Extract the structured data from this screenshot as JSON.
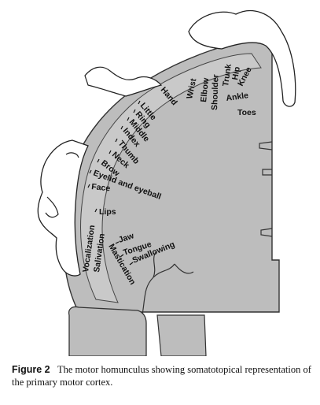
{
  "figure": {
    "labels": [
      {
        "key": "toes",
        "text": "Toes"
      },
      {
        "key": "ankle",
        "text": "Ankle"
      },
      {
        "key": "knee",
        "text": "Knee"
      },
      {
        "key": "hip",
        "text": "Hip"
      },
      {
        "key": "trunk",
        "text": "Trunk"
      },
      {
        "key": "shoulder",
        "text": "Shoulder"
      },
      {
        "key": "elbow",
        "text": "Elbow"
      },
      {
        "key": "wrist",
        "text": "Wrist"
      },
      {
        "key": "hand",
        "text": "Hand"
      },
      {
        "key": "little",
        "text": "Little"
      },
      {
        "key": "ring",
        "text": "Ring"
      },
      {
        "key": "middle",
        "text": "Middle"
      },
      {
        "key": "index",
        "text": "Index"
      },
      {
        "key": "thumb",
        "text": "Thumb"
      },
      {
        "key": "neck",
        "text": "Neck"
      },
      {
        "key": "brow",
        "text": "Brow"
      },
      {
        "key": "eyelid",
        "text": "Eyelid and eyeball"
      },
      {
        "key": "face",
        "text": "Face"
      },
      {
        "key": "lips",
        "text": "Lips"
      },
      {
        "key": "jaw",
        "text": "Jaw"
      },
      {
        "key": "tongue",
        "text": "Tongue"
      },
      {
        "key": "swallowing",
        "text": "Swallowing"
      },
      {
        "key": "vocalization",
        "text": "Vocalization"
      },
      {
        "key": "salivation",
        "text": "Salivation"
      },
      {
        "key": "mastication",
        "text": "Mastication"
      }
    ]
  },
  "caption": {
    "label": "Figure 2",
    "text": "The motor homunculus showing somatotopical representation of the primary motor cortex."
  }
}
